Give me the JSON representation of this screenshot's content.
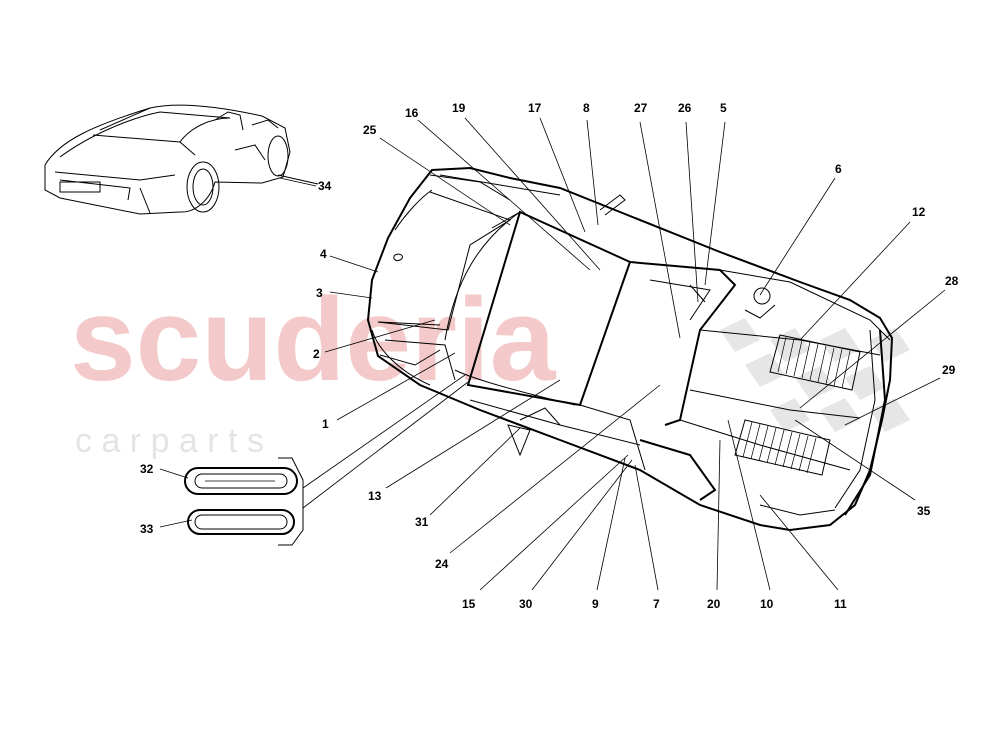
{
  "watermark": {
    "brand": "scuderia",
    "sub": "c a r p a r t s",
    "colors": {
      "brand": "#f3c9c9",
      "sub": "#e4e4e4"
    }
  },
  "callouts": [
    {
      "id": "34",
      "label": "34"
    },
    {
      "id": "25",
      "label": "25"
    },
    {
      "id": "16",
      "label": "16"
    },
    {
      "id": "19",
      "label": "19"
    },
    {
      "id": "17",
      "label": "17"
    },
    {
      "id": "8",
      "label": "8"
    },
    {
      "id": "27",
      "label": "27"
    },
    {
      "id": "26",
      "label": "26"
    },
    {
      "id": "5",
      "label": "5"
    },
    {
      "id": "6",
      "label": "6"
    },
    {
      "id": "12",
      "label": "12"
    },
    {
      "id": "28",
      "label": "28"
    },
    {
      "id": "29",
      "label": "29"
    },
    {
      "id": "35",
      "label": "35"
    },
    {
      "id": "4",
      "label": "4"
    },
    {
      "id": "3",
      "label": "3"
    },
    {
      "id": "2",
      "label": "2"
    },
    {
      "id": "1",
      "label": "1"
    },
    {
      "id": "32",
      "label": "32"
    },
    {
      "id": "33",
      "label": "33"
    },
    {
      "id": "13",
      "label": "13"
    },
    {
      "id": "31",
      "label": "31"
    },
    {
      "id": "24",
      "label": "24"
    },
    {
      "id": "15",
      "label": "15"
    },
    {
      "id": "30",
      "label": "30"
    },
    {
      "id": "9",
      "label": "9"
    },
    {
      "id": "7",
      "label": "7"
    },
    {
      "id": "20",
      "label": "20"
    },
    {
      "id": "10",
      "label": "10"
    },
    {
      "id": "11",
      "label": "11"
    }
  ]
}
